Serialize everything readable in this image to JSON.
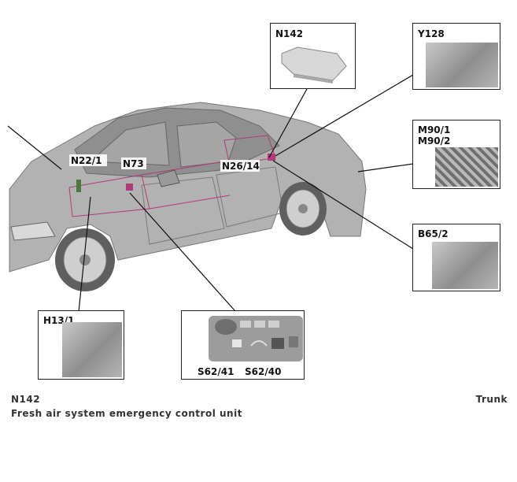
{
  "callouts": {
    "n142": "N142",
    "y128": "Y128",
    "m90_1": "M90/1",
    "m90_2": "M90/2",
    "b65_2": "B65/2",
    "h13_1": "H13/1",
    "s62_41": "S62/41",
    "s62_40": "S62/40"
  },
  "car_labels": {
    "n22_1": "N22/1",
    "n73": "N73",
    "n26_14": "N26/14"
  },
  "caption": {
    "code": "N142",
    "description": "Fresh air system emergency control unit",
    "location": "Trunk"
  }
}
